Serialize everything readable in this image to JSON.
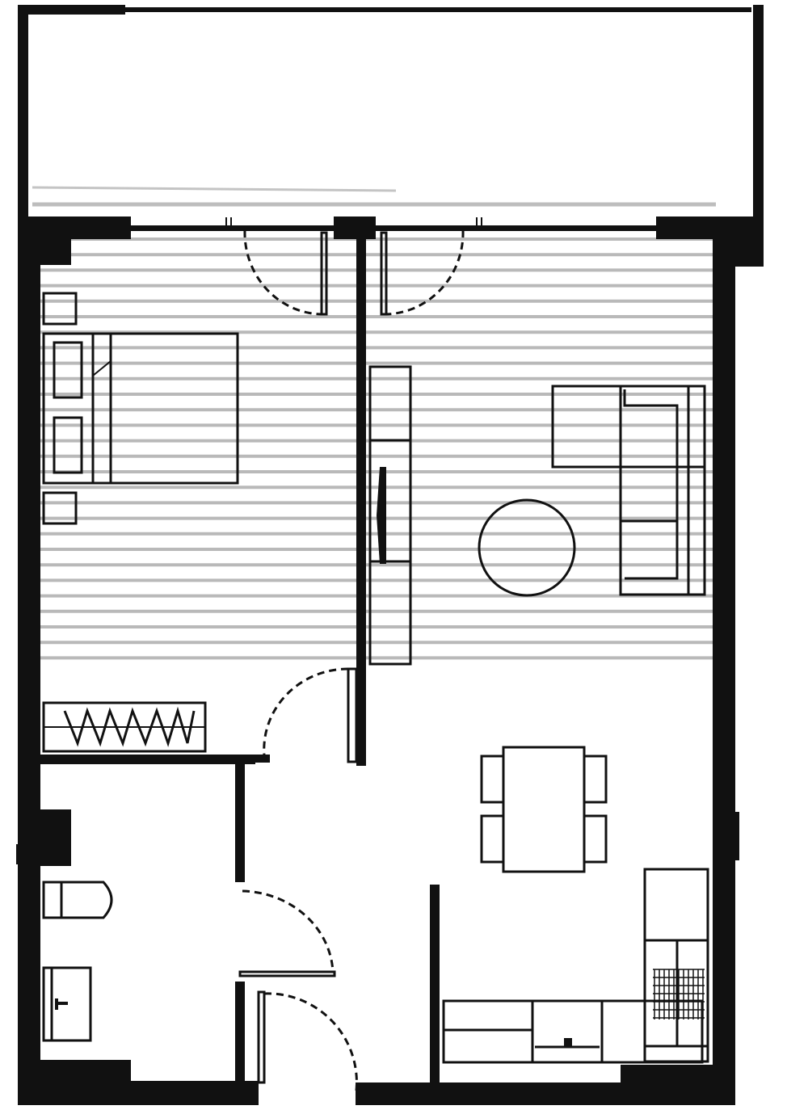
{
  "plan": {
    "colors": {
      "wall": "#111111",
      "floorboard": "#b9b9b9",
      "background": "#ffffff"
    },
    "rooms": [
      "balcony",
      "bedroom",
      "living-room",
      "kitchen-dining",
      "bathroom",
      "entry-hall"
    ],
    "furniture": [
      "double-bed",
      "bedside-table",
      "wardrobe",
      "tv-unit",
      "sofa",
      "coffee-table",
      "dining-table",
      "chairs",
      "toilet",
      "vanity",
      "kitchen-counter",
      "fridge",
      "oven"
    ],
    "doors": [
      "bedroom-balcony-door",
      "living-balcony-door",
      "bedroom-door",
      "bathroom-door",
      "entry-door"
    ]
  }
}
